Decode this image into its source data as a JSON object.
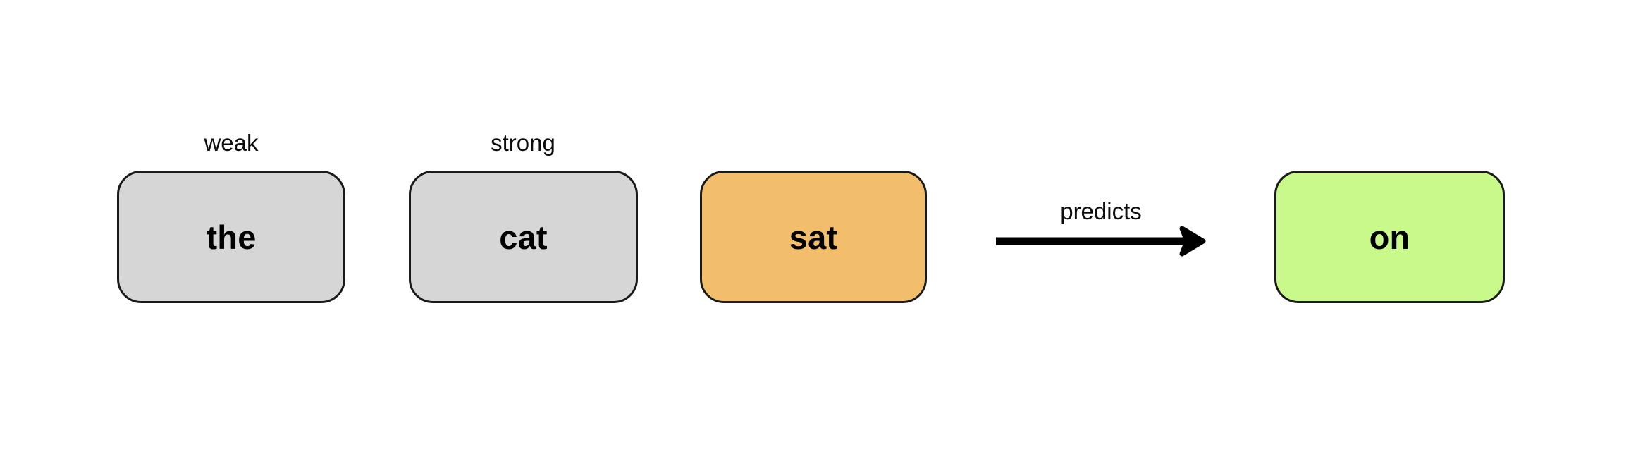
{
  "diagram": {
    "type": "token-sequence-attention",
    "background_color": "#FFFFFF",
    "stroke_color": "#1A1A1A",
    "tokens": [
      {
        "id": "token-the",
        "text": "the",
        "caption": "weak",
        "fill_color": "#D6D6D6",
        "role": "context"
      },
      {
        "id": "token-cat",
        "text": "cat",
        "caption": "strong",
        "fill_color": "#D6D6D6",
        "role": "context"
      },
      {
        "id": "token-sat",
        "text": "sat",
        "caption": "",
        "fill_color": "#F2BE6B",
        "role": "current"
      },
      {
        "id": "token-on",
        "text": "on",
        "caption": "",
        "fill_color": "#C9F98A",
        "role": "prediction"
      }
    ],
    "edges": [
      {
        "id": "edge-predicts",
        "label": "predicts",
        "from": "token-sat",
        "to": "token-on",
        "color": "#000000"
      }
    ]
  }
}
